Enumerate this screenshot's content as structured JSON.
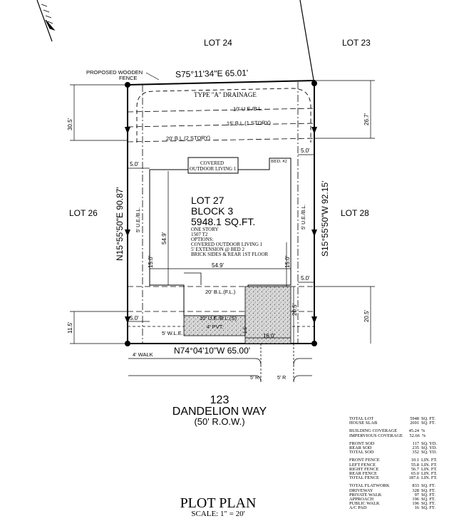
{
  "lots": {
    "top_left": "LOT 24",
    "top_right": "LOT 23",
    "left": "LOT 26",
    "right": "LOT 28"
  },
  "fence_note": {
    "line1": "PROPOSED WOODEN",
    "line2": "FENCE"
  },
  "bearings": {
    "top": "S75°11'34\"E   65.01'",
    "left": "N15°55'50\"E   90.87'",
    "right": "S15°55'50\"W   92.15'",
    "bottom": "N74°04'10\"W   65.00'"
  },
  "drainage": "TYPE \"A\" DRAINAGE",
  "lines": {
    "ue_rear": "10' U.E./B.L.",
    "bl_one_story": "15' B.L.(1 STORY)",
    "bl_two_story": "20' B.L.(2 STORY)",
    "bl_front": "20' B.L.(F.L.)",
    "ue_front": "10' U.E./B.L.(S)",
    "pvt": "4' PVT.",
    "wle": "5' W.L.E.",
    "ue_side_left": "5' U.E./B.L.",
    "ue_side_right": "5' U.E./B.L.",
    "walk": "4' WALK"
  },
  "dimensions": {
    "rear_depth_left": "30.5'",
    "rear_depth_right": "26.7'",
    "side_right_top": "5.0'",
    "side_left_top": "5.0'",
    "house_depth": "54.9'",
    "house_width": "54.9'",
    "setback_left": "15.0'",
    "setback_right": "15.0'",
    "side_right_bottom": "5.0'",
    "side_left_bottom": "5.0'",
    "front_left": "11.5'",
    "front_right": "20.5'",
    "drive_depth": "20.5'",
    "drive_left_gap": "1.5'",
    "drive_width": "16.0'",
    "radius_left": "5' R",
    "radius_right": "5' R"
  },
  "covered_outdoor": {
    "line1": "COVERED",
    "line2": "OUTDOOR LIVING 1"
  },
  "bed_label": "BED. #2",
  "lot_info": {
    "lot": "LOT 27",
    "block": "BLOCK 3",
    "area": "5948.1 SQ.FT.",
    "notes": [
      "ONE STORY",
      "1507 T2",
      "OPTIONS:",
      "COVERED OUTDOOR LIVING 1",
      "5' EXTENSION @ BED 2",
      "BRICK SIDES & REAR 1ST FLOOR"
    ]
  },
  "address": {
    "number": "123",
    "street": "DANDELION WAY",
    "row": "(50' R.O.W.)"
  },
  "title": {
    "main": "PLOT PLAN",
    "scale": "SCALE: 1\" = 20'"
  },
  "summary": [
    [
      {
        "label": "TOTAL LOT",
        "value": "5948",
        "unit": "SQ. FT."
      },
      {
        "label": "HOUSE SLAB",
        "value": "2691",
        "unit": "SQ. FT."
      }
    ],
    [
      {
        "label": "BUILDING COVERAGE",
        "value": "45.24",
        "unit": "%"
      },
      {
        "label": "IMPERVIOUS COVERAGE",
        "value": "52.66",
        "unit": "%"
      }
    ],
    [
      {
        "label": "FRONT SOD",
        "value": "117",
        "unit": "SQ. YD."
      },
      {
        "label": "REAR SOD",
        "value": "235",
        "unit": "SQ. YD."
      },
      {
        "label": "TOTAL SOD",
        "value": "352",
        "unit": "SQ. YD."
      }
    ],
    [
      {
        "label": "FRONT FENCE",
        "value": "10.1",
        "unit": "LIN. FT."
      },
      {
        "label": "LEFT FENCE",
        "value": "55.8",
        "unit": "LIN. FT."
      },
      {
        "label": "RIGHT FENCE",
        "value": "56.7",
        "unit": "LIN. FT."
      },
      {
        "label": "REAR FENCE",
        "value": "65.0",
        "unit": "LIN. FT."
      },
      {
        "label": "TOTAL FENCE",
        "value": "187.6",
        "unit": "LIN. FT."
      }
    ],
    [
      {
        "label": "TOTAL FLATWORK",
        "value": "833",
        "unit": "SQ. FT."
      },
      {
        "label": "DRIVEWAY",
        "value": "328",
        "unit": "SQ. FT."
      },
      {
        "label": "PRIVATE WALK",
        "value": "97",
        "unit": "SQ. FT."
      },
      {
        "label": "APPROACH",
        "value": "196",
        "unit": "SQ. FT."
      },
      {
        "label": "PUBLIC WALK",
        "value": "196",
        "unit": "SQ. FT."
      },
      {
        "label": "A/C PAD",
        "value": "16",
        "unit": "SQ. FT."
      }
    ]
  ]
}
